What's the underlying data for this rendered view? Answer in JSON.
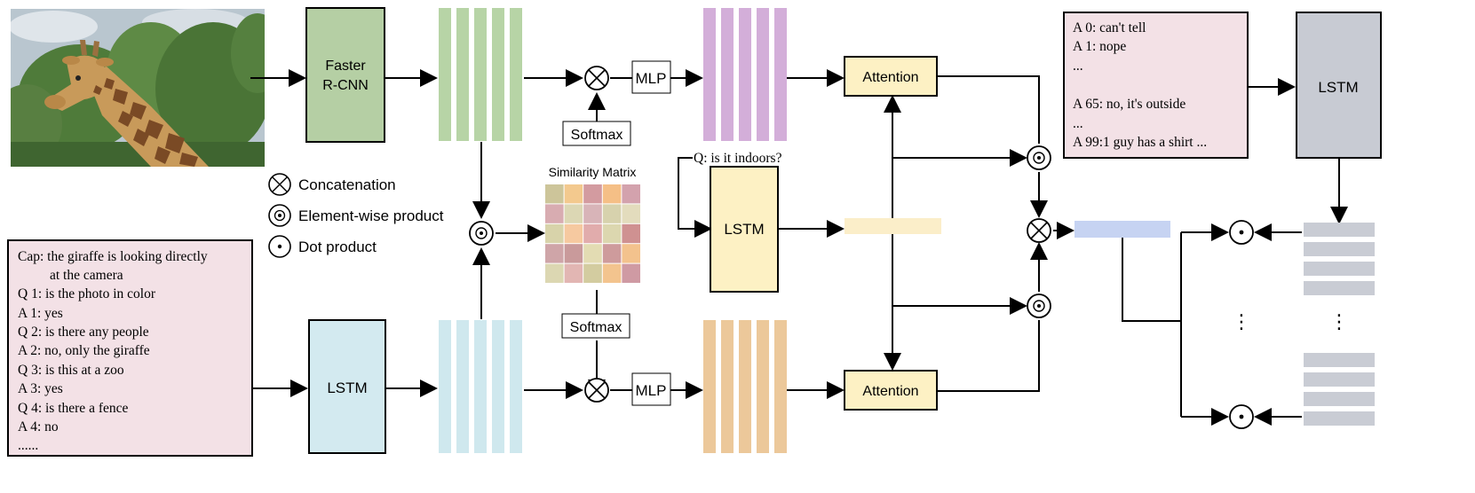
{
  "image": {
    "subject": "giraffe-photo",
    "colors": {
      "sky": "#b9c6cf",
      "tree": "#4f7b3a",
      "giraffe": "#c89a5a",
      "spot": "#7a4a25"
    }
  },
  "modules": {
    "faster_rcnn": {
      "line1": "Faster",
      "line2": "R-CNN"
    },
    "lstm_history": "LSTM",
    "lstm_question": "LSTM",
    "lstm_answers": "LSTM",
    "attention_top": "Attention",
    "attention_bottom": "Attention",
    "mlp_top": "MLP",
    "mlp_bottom": "MLP",
    "softmax_top": "Softmax",
    "softmax_bottom": "Softmax",
    "similarity_label": "Similarity Matrix"
  },
  "question": "Q: is it indoors?",
  "legend": [
    {
      "symbol": "concat",
      "label": "Concatenation"
    },
    {
      "symbol": "elementwise",
      "label": "Element-wise product"
    },
    {
      "symbol": "dot",
      "label": "Dot product"
    }
  ],
  "history_lines": [
    "Cap: the giraffe is looking directly",
    "at the camera",
    "Q 1: is the photo in color",
    "A 1: yes",
    "Q 2: is there any people",
    "A 2: no, only the giraffe",
    "Q 3: is this at a zoo",
    "A 3: yes",
    "Q 4: is there a fence",
    "A 4: no",
    "......"
  ],
  "answer_lines": [
    "A 0: can't tell",
    "A 1: nope",
    "...",
    "A 65: no, it's outside",
    "...",
    "A 99:1 guy has a shirt ..."
  ],
  "ellipsis": "⋮",
  "colors": {
    "green": "#b5cfa4",
    "green_bar": "#b7d4a6",
    "blue_bar": "#cfe8ee",
    "lstm_blue": "#d3eaf0",
    "purple": "#d3aed9",
    "orange": "#ecc89a",
    "yellow": "#fdf1c4",
    "yellow_border": "#000000",
    "pink": "#f3e1e6",
    "gray": "#c8cbd3",
    "gray_bar": "#c9ccd4",
    "fused": "#c6d3f2",
    "qvec": "#fbeec9"
  },
  "similarity_matrix": [
    [
      "#cdc59a",
      "#f3c98e",
      "#d39ba0",
      "#f5bf86",
      "#d3a2ad"
    ],
    [
      "#d8acb1",
      "#dcd7b4",
      "#d8b4b8",
      "#d7d2ad",
      "#e3dcbd"
    ],
    [
      "#d8d3aa",
      "#f6c9a0",
      "#e1acac",
      "#dcd7af",
      "#cf9191"
    ],
    [
      "#cfa5a8",
      "#c99a9b",
      "#e3dcb3",
      "#ce9b9c",
      "#f3c28d"
    ],
    [
      "#dcd7b2",
      "#e2b6b3",
      "#d3cca0",
      "#f3c48e",
      "#cf9aa3"
    ]
  ]
}
